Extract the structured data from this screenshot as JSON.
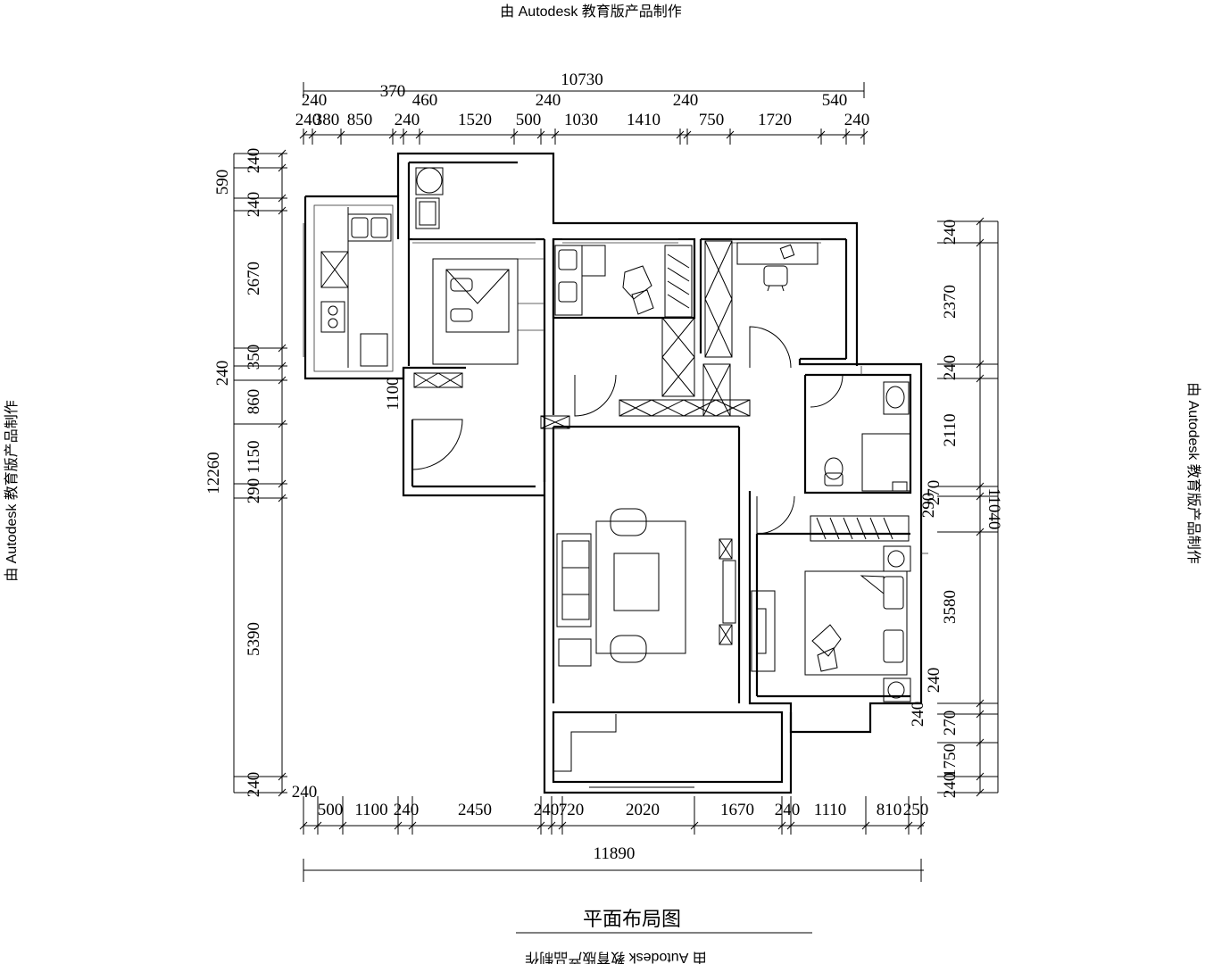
{
  "watermark": {
    "top": "由 Autodesk 教育版产品制作",
    "left": "由 Autodesk 教育版产品制作",
    "right": "由 Autodesk 教育版产品制作",
    "bottom": "由 Autodesk 教育版产品制作"
  },
  "title": "平面布局图",
  "dimensions": {
    "top_total": "10730",
    "top_upper": [
      "240",
      "370",
      "460",
      "240",
      "240",
      "540"
    ],
    "top_lower": [
      "240",
      "380",
      "850",
      "240",
      "1520",
      "500",
      "1030",
      "1410",
      "750",
      "1720",
      "240"
    ],
    "left_total": "12260",
    "left_segments": [
      "240",
      "590",
      "240",
      "2670",
      "350",
      "240",
      "860",
      "1150",
      "290",
      "5390",
      "240"
    ],
    "left_inner": [
      "1100"
    ],
    "right_total": "11040",
    "right_segments": [
      "240",
      "2370",
      "240",
      "2110",
      "270",
      "290",
      "3580",
      "240",
      "270",
      "1750",
      "240"
    ],
    "right_inner": [
      "240"
    ],
    "bottom_lower": [
      "240",
      "500",
      "1100",
      "240",
      "2450",
      "240",
      "720",
      "2020",
      "1670",
      "240",
      "1110",
      "810",
      "250"
    ],
    "bottom_total": "11890"
  }
}
